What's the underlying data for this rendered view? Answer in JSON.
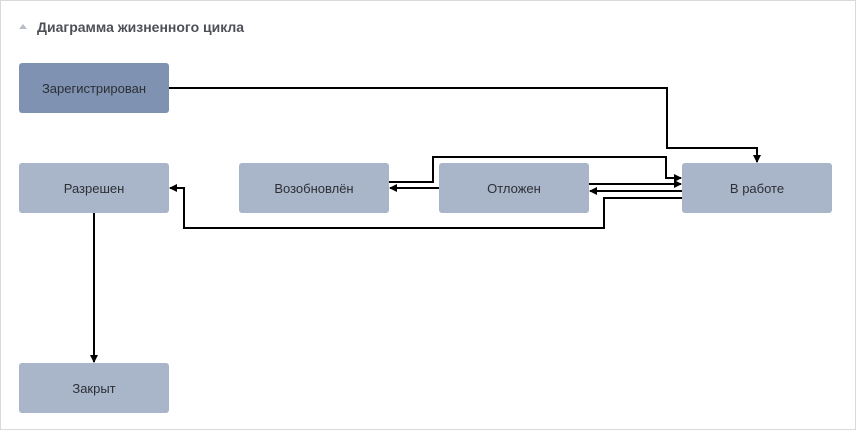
{
  "panel": {
    "title": "Диаграмма жизненного цикла",
    "collapse_icon": "triangle-up-icon"
  },
  "states": {
    "registered": "Зарегистрирован",
    "resolved": "Разрешен",
    "reopened": "Возобновлён",
    "postponed": "Отложен",
    "in_progress": "В работе",
    "closed": "Закрыт"
  },
  "colors": {
    "current_state": "#7f92b1",
    "state": "#a9b5c9",
    "connector": "#000000"
  }
}
